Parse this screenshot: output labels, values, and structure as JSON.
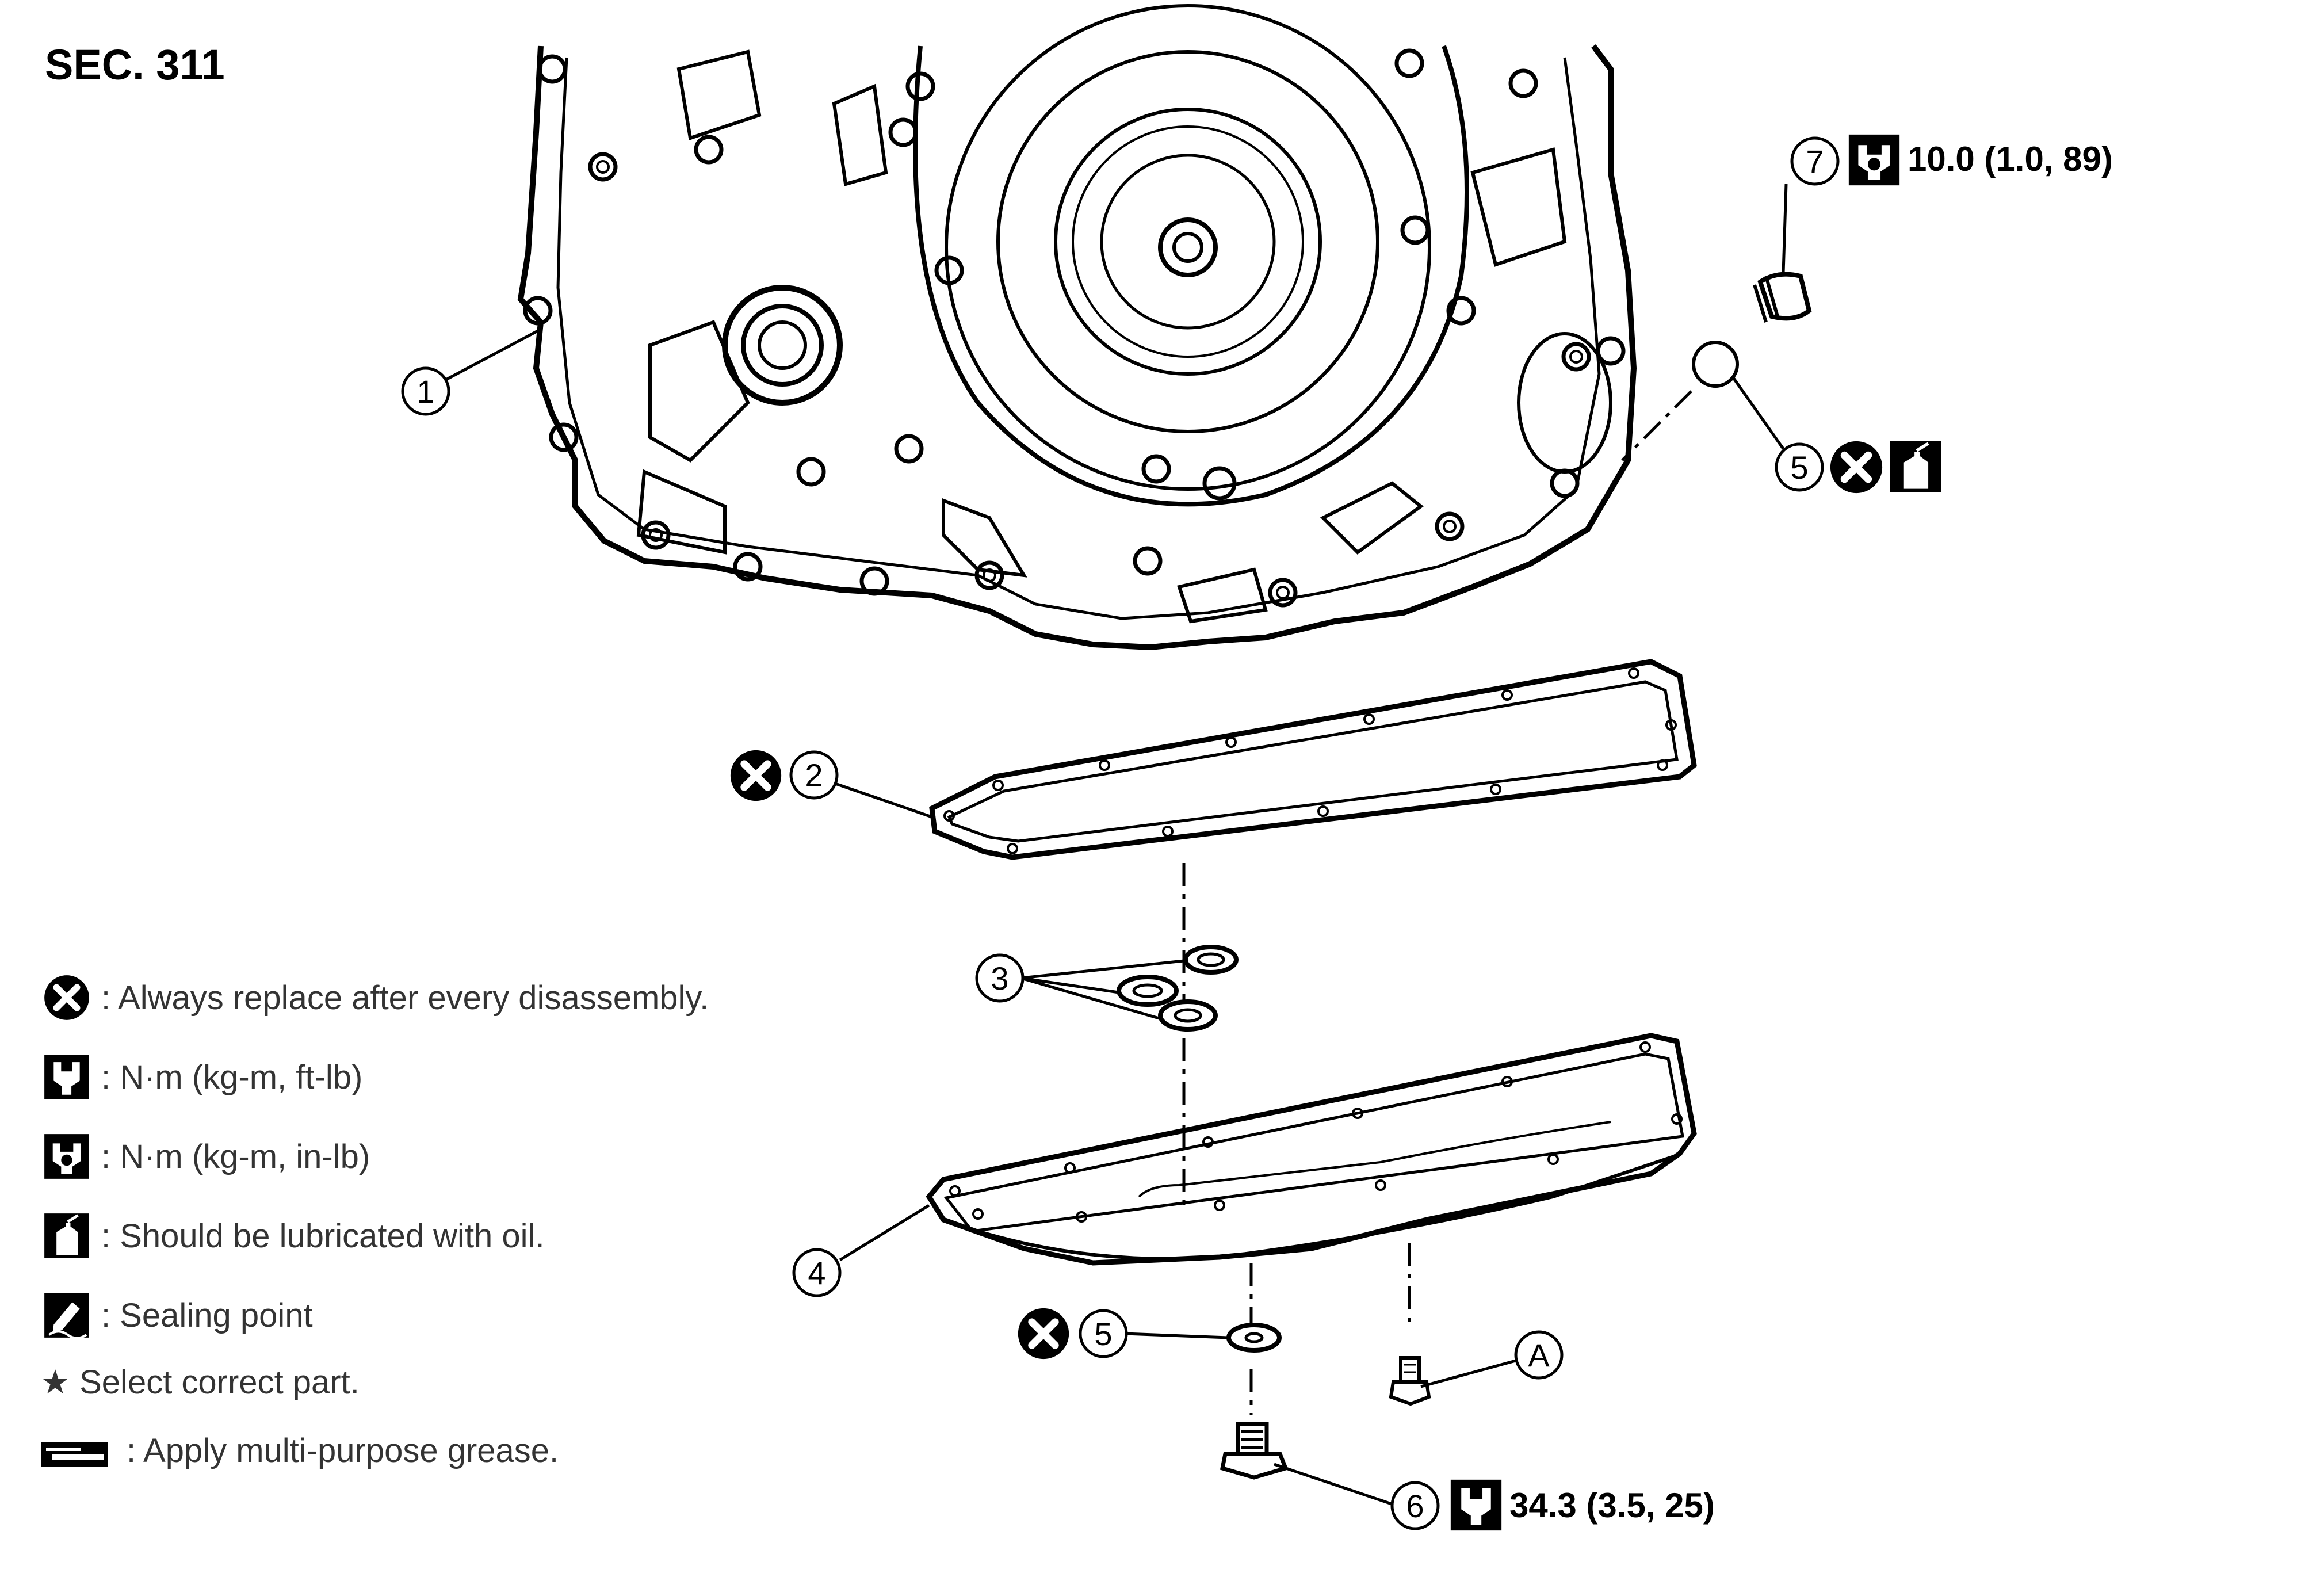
{
  "section": "SEC. 311",
  "callouts": {
    "c1": "1",
    "c2": "2",
    "c3": "3",
    "c4": "4",
    "c5a": "5",
    "c5b": "5",
    "c6": "6",
    "c7": "7",
    "cA": "A"
  },
  "torque": {
    "drain_plug": "34.3 (3.5, 25)",
    "charging_plug": "10.0 (1.0, 89)"
  },
  "legend": [
    {
      "icon": "always-replace-icon",
      "text": ": Always replace after every disassembly."
    },
    {
      "icon": "torque-nm-ftlb-icon",
      "text": ": N·m (kg-m, ft-lb)"
    },
    {
      "icon": "torque-nm-inlb-icon",
      "text": ": N·m (kg-m, in-lb)"
    },
    {
      "icon": "oil-can-icon",
      "text": ": Should be lubricated with oil."
    },
    {
      "icon": "sealing-point-icon",
      "text": ": Sealing point"
    },
    {
      "icon": "star-icon",
      "text": "★ Select correct part."
    },
    {
      "icon": "grease-icon",
      "text": ": Apply multi-purpose grease."
    }
  ]
}
